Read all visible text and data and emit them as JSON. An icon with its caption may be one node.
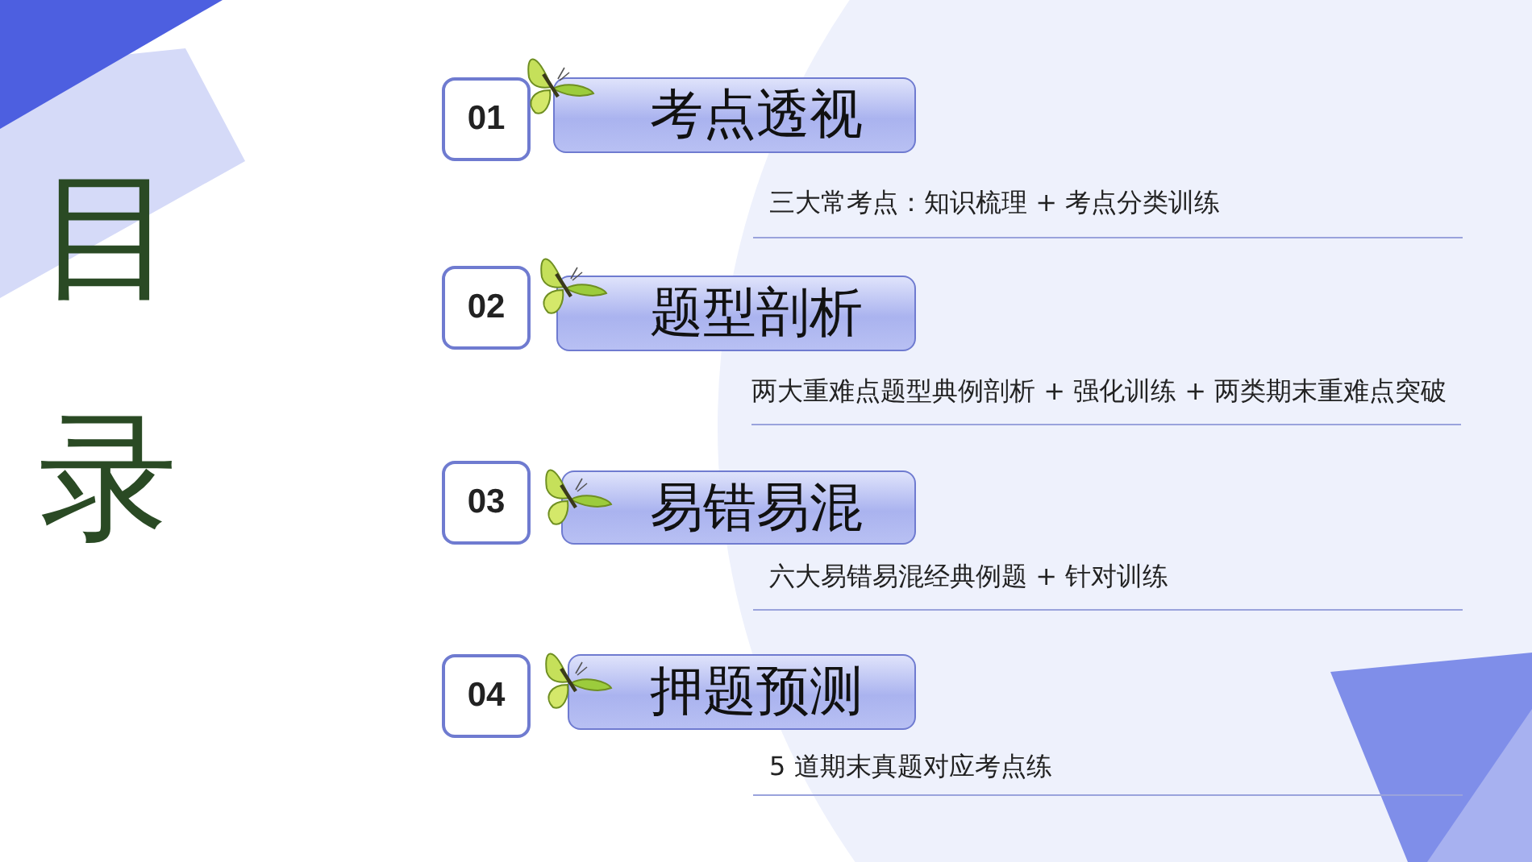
{
  "diagram": {
    "title": "目录",
    "nodes": [
      {
        "text": [
          "01"
        ]
      },
      {
        "text": [
          "考点透视"
        ],
        "beside": [
          "三大常考点：知识梳理 + 考点分类训练"
        ]
      },
      {
        "text": [
          "02"
        ]
      },
      {
        "text": [
          "题型剖析"
        ],
        "beside": [
          "两大重难点题型典例剖析 + 强化训练 + 两类期末重难点突破"
        ]
      },
      {
        "text": [
          "03"
        ]
      },
      {
        "text": [
          "易错易混"
        ],
        "beside": [
          "六大易错易混经典例题 + 针对训练"
        ]
      },
      {
        "text": [
          "04"
        ]
      },
      {
        "text": [
          "押题预测"
        ],
        "beside": [
          "5 道期末真题对应考点练"
        ]
      }
    ]
  }
}
